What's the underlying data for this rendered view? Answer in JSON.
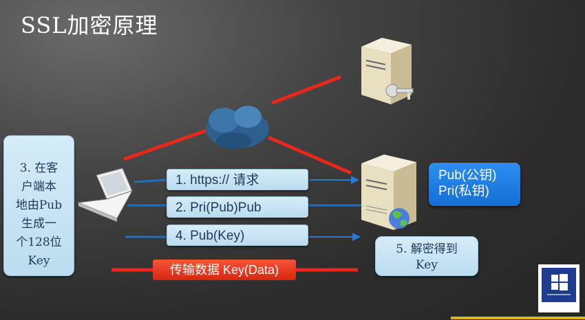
{
  "title": "SSL加密原理",
  "left_box": {
    "lines": [
      "3. 在客",
      "户端本",
      "地由Pub",
      "生成一",
      "个128位",
      "Key"
    ]
  },
  "steps": [
    "1. https://  请求",
    "2. Pri(Pub)Pub",
    "4. Pub(Key)"
  ],
  "keys_box": {
    "pub": "Pub(公钥)",
    "pri": "Pri(私钥)"
  },
  "step5": {
    "line1": "5. 解密得到",
    "line2": "Key"
  },
  "data_bar": "传输数据 Key(Data)",
  "logo": "Windows Server",
  "colors": {
    "red": "#e8281a",
    "blue": "#1e6fc0",
    "accent": "#1a7fe0",
    "box": "#c5e0f0"
  }
}
